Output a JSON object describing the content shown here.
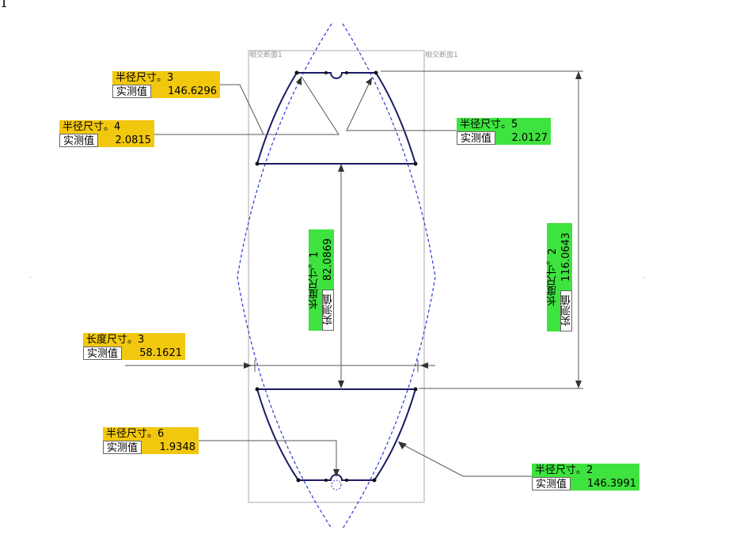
{
  "corner_mark": "1",
  "section_labels": [
    "相交断面1",
    "相交断面1"
  ],
  "colors": {
    "orange": "#f2c80f",
    "green": "#3fe33f",
    "profile": "#1a1a66",
    "dashed": "#2a3ad6",
    "leader": "#555555",
    "box": "#aaaaaa"
  },
  "callouts": {
    "radius3": {
      "title": "半径尺寸。3",
      "label": "实测值",
      "value": "146.6296"
    },
    "radius4": {
      "title": "半径尺寸。4",
      "label": "实测值",
      "value": "2.0815"
    },
    "radius5": {
      "title": "半径尺寸。5",
      "label": "实测值",
      "value": "2.0127"
    },
    "length1": {
      "title": "长度尺寸。1",
      "label": "实测值",
      "value": "82.0869"
    },
    "length2": {
      "title": "长度尺寸。2",
      "label": "实测值",
      "value": "116.0643"
    },
    "length3": {
      "title": "长度尺寸。3",
      "label": "实测值",
      "value": "58.1621"
    },
    "radius6": {
      "title": "半径尺寸。6",
      "label": "实测值",
      "value": "1.9348"
    },
    "radius2": {
      "title": "半径尺寸。2",
      "label": "实测值",
      "value": "146.3991"
    }
  }
}
